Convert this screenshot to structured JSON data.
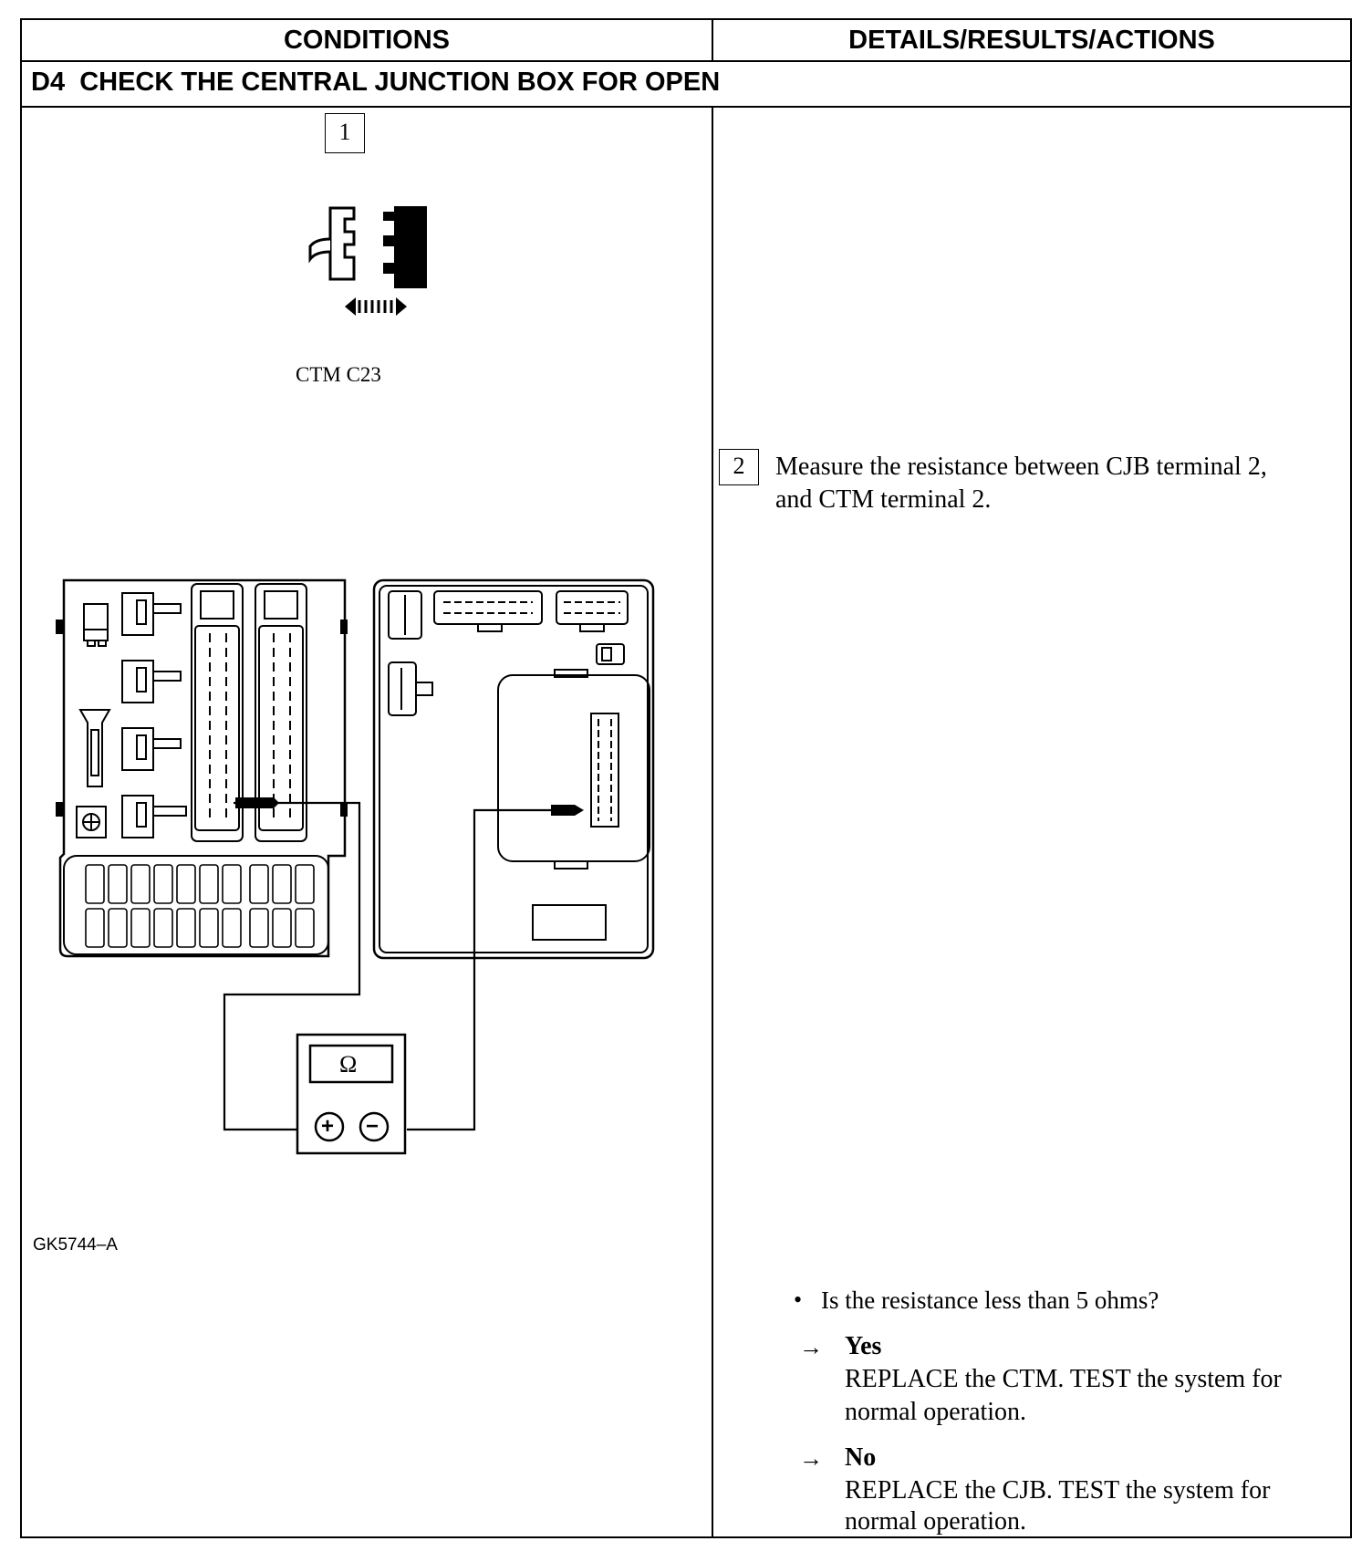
{
  "headers": {
    "conditions": "CONDITIONS",
    "details": "DETAILS/RESULTS/ACTIONS"
  },
  "step": {
    "code": "D4",
    "title": "CHECK THE CENTRAL JUNCTION BOX FOR OPEN"
  },
  "sub1": {
    "number": "1",
    "connector_label": "CTM C23"
  },
  "sub2": {
    "number": "2",
    "text_line1": "Measure the resistance between CJB terminal 2,",
    "text_line2": "and CTM terminal 2."
  },
  "figure": {
    "meter_symbol": "Ω",
    "plus": "+",
    "minus": "−",
    "id": "GK5744–A"
  },
  "question": {
    "bullet": "•",
    "text": "Is the resistance less than 5 ohms?"
  },
  "answers": [
    {
      "arrow": "→",
      "label": "Yes",
      "line1": "REPLACE the CTM. TEST the system for",
      "line2": "normal operation."
    },
    {
      "arrow": "→",
      "label": "No",
      "line1": "REPLACE the CJB. TEST the system for",
      "line2": "normal operation."
    }
  ]
}
